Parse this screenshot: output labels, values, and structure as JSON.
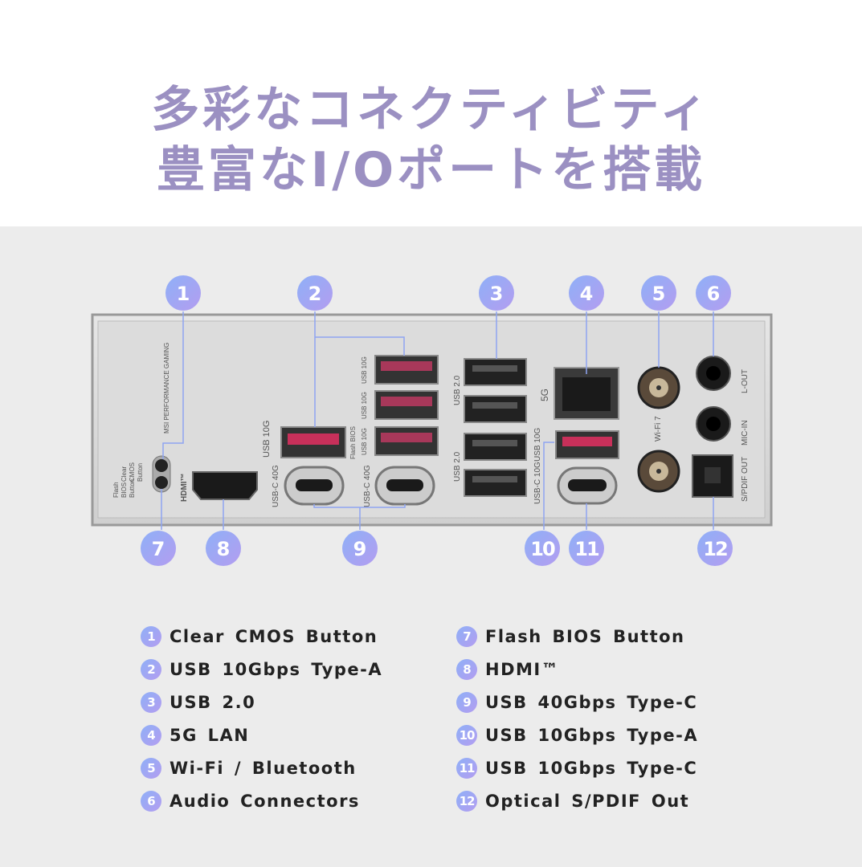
{
  "header": {
    "line1": "多彩なコネクティビティ",
    "line2": "豊富なI/Oポートを搭載"
  },
  "colors": {
    "title": "#9b90c2",
    "badge_start": "#8fb0f7",
    "badge_end": "#b39df0",
    "leader_line": "#8ea4f2",
    "usb10g_red": "#c8305a",
    "panel": "#d9d9d9"
  },
  "panel_labels": {
    "brand": "MSI PERFORMANCE GAMING",
    "clear": "Clear",
    "cmos": "CMOS",
    "button": "Button",
    "flash": "Flash",
    "bios": "BIOS",
    "button2": "Button",
    "hdmi": "HDMI™",
    "usb10g": "USB 10G",
    "flash_bios": "Flash BIOS",
    "usbc40g": "USB-C 40G",
    "usb20": "USB 2.0",
    "lan": "5G",
    "wifi": "Wi-Fi 7",
    "lout": "L-OUT",
    "micin": "MIC-IN",
    "spdif": "S/PDIF OUT",
    "usbc10g": "USB-C 10G"
  },
  "badges": [
    "1",
    "2",
    "3",
    "4",
    "5",
    "6",
    "7",
    "8",
    "9",
    "10",
    "11",
    "12"
  ],
  "legend": [
    {
      "num": "1",
      "label": "Clear CMOS Button"
    },
    {
      "num": "2",
      "label": "USB 10Gbps Type-A"
    },
    {
      "num": "3",
      "label": "USB 2.0"
    },
    {
      "num": "4",
      "label": "5G LAN"
    },
    {
      "num": "5",
      "label": "Wi-Fi / Bluetooth"
    },
    {
      "num": "6",
      "label": "Audio Connectors"
    },
    {
      "num": "7",
      "label": "Flash BIOS Button"
    },
    {
      "num": "8",
      "label": "HDMI™"
    },
    {
      "num": "9",
      "label": "USB 40Gbps Type-C"
    },
    {
      "num": "10",
      "label": "USB 10Gbps Type-A"
    },
    {
      "num": "11",
      "label": "USB 10Gbps Type-C"
    },
    {
      "num": "12",
      "label": "Optical S/PDIF Out"
    }
  ]
}
